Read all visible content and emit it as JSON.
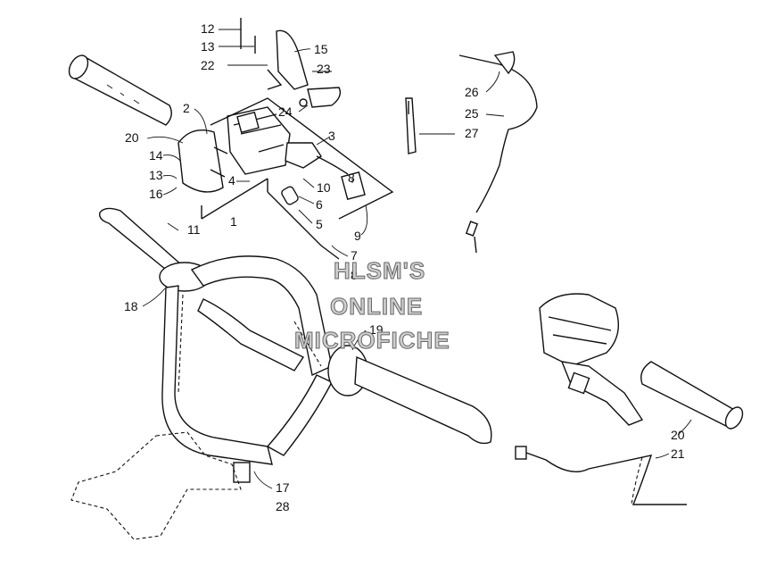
{
  "watermark": {
    "line1": "HLSM'S",
    "line2": "ONLINE",
    "line3": "MICROFICHE"
  },
  "callouts": [
    {
      "id": "c12a",
      "text": "12"
    },
    {
      "id": "c13a",
      "text": "13"
    },
    {
      "id": "c22",
      "text": "22"
    },
    {
      "id": "c15",
      "text": "15"
    },
    {
      "id": "c23",
      "text": "23"
    },
    {
      "id": "c24",
      "text": "24"
    },
    {
      "id": "c2",
      "text": "2"
    },
    {
      "id": "c3",
      "text": "3"
    },
    {
      "id": "c20a",
      "text": "20"
    },
    {
      "id": "c14",
      "text": "14"
    },
    {
      "id": "c13b",
      "text": "13"
    },
    {
      "id": "c16",
      "text": "16"
    },
    {
      "id": "c4",
      "text": "4"
    },
    {
      "id": "c10",
      "text": "10"
    },
    {
      "id": "c8a",
      "text": "8"
    },
    {
      "id": "c6",
      "text": "6"
    },
    {
      "id": "c5",
      "text": "5"
    },
    {
      "id": "c1",
      "text": "1"
    },
    {
      "id": "c11",
      "text": "11"
    },
    {
      "id": "c9",
      "text": "9"
    },
    {
      "id": "c7",
      "text": "7"
    },
    {
      "id": "c8b",
      "text": "8"
    },
    {
      "id": "c18",
      "text": "18"
    },
    {
      "id": "c19",
      "text": "19"
    },
    {
      "id": "c26",
      "text": "26"
    },
    {
      "id": "c25",
      "text": "25"
    },
    {
      "id": "c27",
      "text": "27"
    },
    {
      "id": "c20b",
      "text": "20"
    },
    {
      "id": "c21",
      "text": "21"
    },
    {
      "id": "c17",
      "text": "17"
    },
    {
      "id": "c28",
      "text": "28"
    }
  ]
}
